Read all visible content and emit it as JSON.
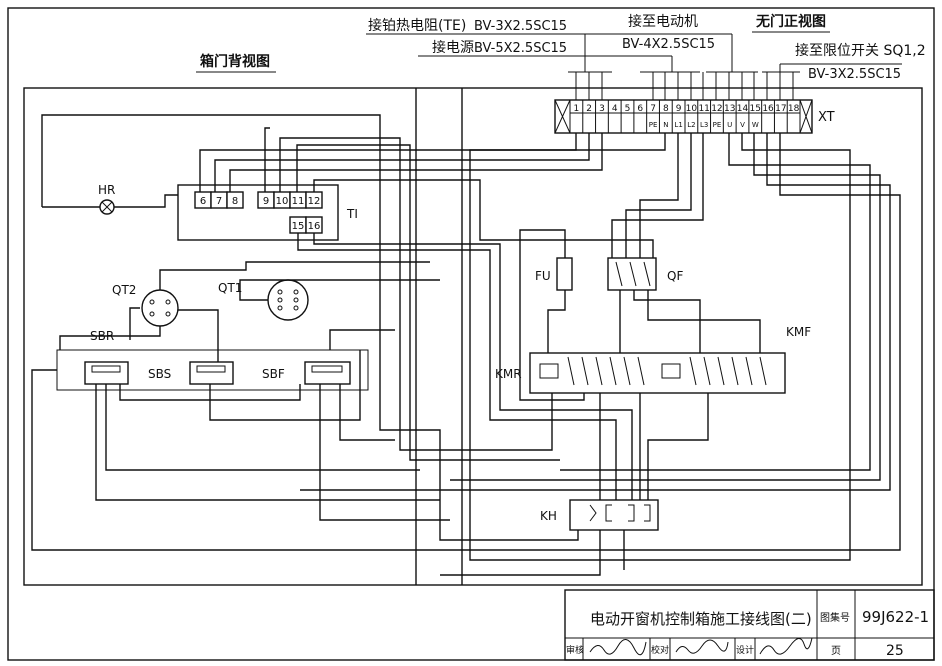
{
  "top_labels": {
    "te": "接铂热电阻(TE)",
    "te_cable": "BV-3X2.5SC15",
    "power": "接电源",
    "power_cable": "BV-5X2.5SC15",
    "motor": "接至电动机",
    "motor_cable": "BV-4X2.5SC15",
    "front_view": "无门正视图",
    "limit": "接至限位开关 SQ1,2",
    "limit_cable": "BV-3X2.5SC15"
  },
  "back_view_title": "箱门背视图",
  "terminal_strip": {
    "label": "XT",
    "numbers": [
      "1",
      "2",
      "3",
      "4",
      "5",
      "6",
      "7",
      "8",
      "9",
      "10",
      "11",
      "12",
      "13",
      "14",
      "15",
      "16",
      "17",
      "18"
    ],
    "signals": [
      "",
      "",
      "",
      "",
      "",
      "",
      "PE",
      "N",
      "L1",
      "L2",
      "L3",
      "PE",
      "U",
      "V",
      "W",
      "",
      "",
      ""
    ]
  },
  "components": {
    "hr": "HR",
    "ti": "TI",
    "ti_terminals_a": [
      "6",
      "7",
      "8"
    ],
    "ti_terminals_b": [
      "9",
      "10",
      "11",
      "12"
    ],
    "ti_terminals_c": [
      "15",
      "16"
    ],
    "qt2": "QT2",
    "qt1": "QT1",
    "sbr": "SBR",
    "sbs": "SBS",
    "sbf": "SBF",
    "fu": "FU",
    "qf": "QF",
    "kmr": "KMR",
    "kmf": "KMF",
    "kh": "KH"
  },
  "title_block": {
    "title": "电动开窗机控制箱施工接线图(二)",
    "atlas_label": "图集号",
    "atlas_no": "99J622-1",
    "review_label": "审核",
    "check_label": "校对",
    "design_label": "设计",
    "page_label": "页",
    "page_no": "25"
  }
}
